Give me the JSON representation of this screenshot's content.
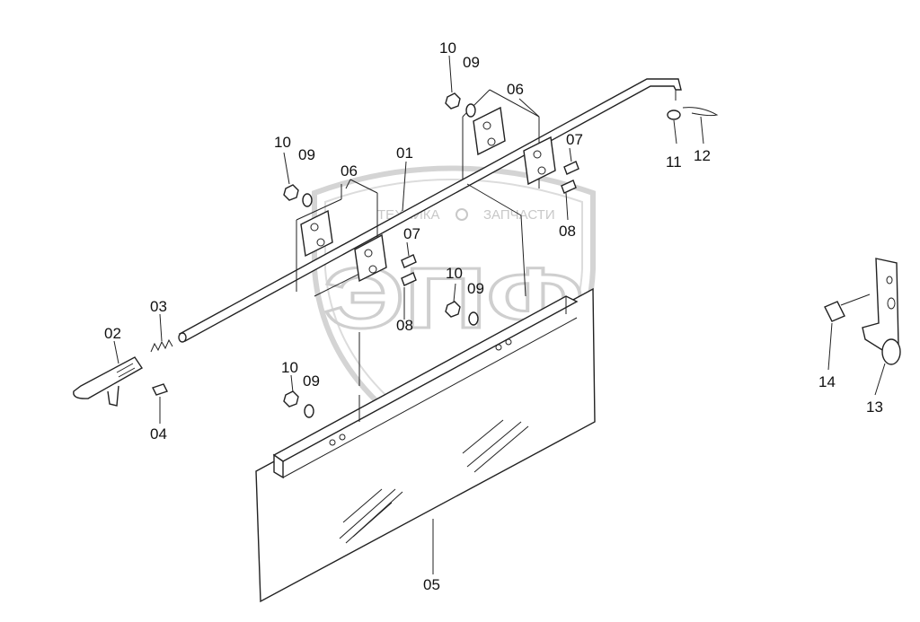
{
  "watermark": {
    "left_text": "ТЕХНИКА",
    "right_text": "ЗАПЧАСТИ",
    "logo_letters": "ЭПФ"
  },
  "callouts": [
    {
      "id": "lbl-01",
      "text": "01"
    },
    {
      "id": "lbl-02",
      "text": "02"
    },
    {
      "id": "lbl-03",
      "text": "03"
    },
    {
      "id": "lbl-04",
      "text": "04"
    },
    {
      "id": "lbl-05",
      "text": "05"
    },
    {
      "id": "lbl-06a",
      "text": "06"
    },
    {
      "id": "lbl-06b",
      "text": "06"
    },
    {
      "id": "lbl-07a",
      "text": "07"
    },
    {
      "id": "lbl-07b",
      "text": "07"
    },
    {
      "id": "lbl-08a",
      "text": "08"
    },
    {
      "id": "lbl-08b",
      "text": "08"
    },
    {
      "id": "lbl-09a",
      "text": "09"
    },
    {
      "id": "lbl-09b",
      "text": "09"
    },
    {
      "id": "lbl-09c",
      "text": "09"
    },
    {
      "id": "lbl-09d",
      "text": "09"
    },
    {
      "id": "lbl-10a",
      "text": "10"
    },
    {
      "id": "lbl-10b",
      "text": "10"
    },
    {
      "id": "lbl-10c",
      "text": "10"
    },
    {
      "id": "lbl-10d",
      "text": "10"
    },
    {
      "id": "lbl-11",
      "text": "11"
    },
    {
      "id": "lbl-12",
      "text": "12"
    },
    {
      "id": "lbl-13",
      "text": "13"
    },
    {
      "id": "lbl-14",
      "text": "14"
    }
  ]
}
